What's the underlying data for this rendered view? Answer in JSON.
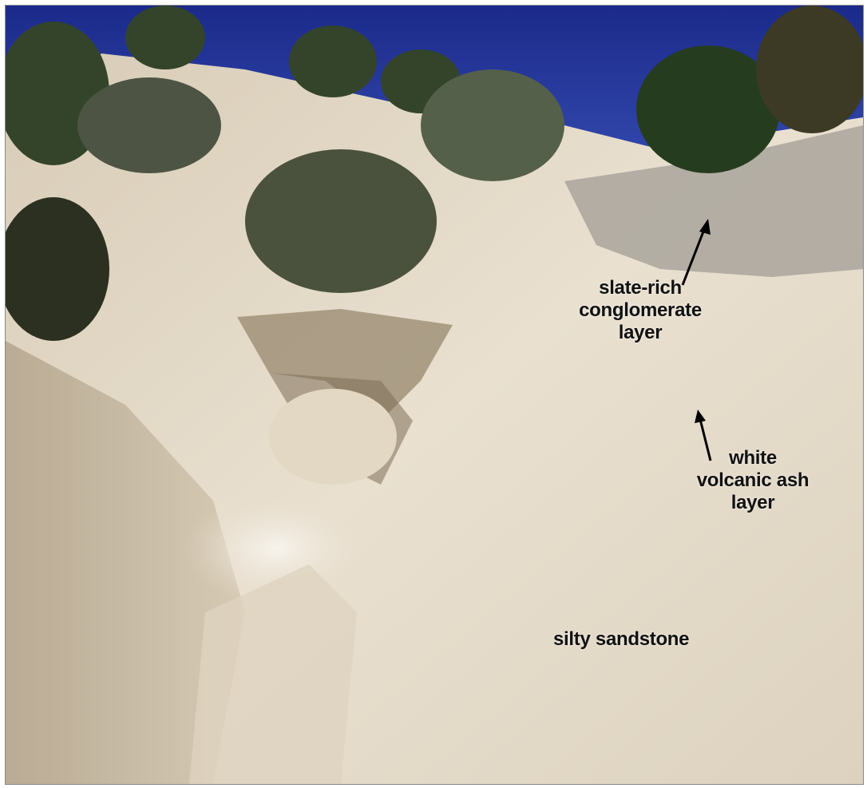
{
  "annotations": {
    "conglomerate": [
      "slate-rich",
      "conglomerate",
      "layer"
    ],
    "ash": [
      "white",
      "volcanic ash",
      "layer"
    ],
    "sandstone": "silty sandstone"
  },
  "colors": {
    "sky": "#1e2c8c",
    "rock_light": "#e8dfcf",
    "rock_shadow": "#b3a58e",
    "vegetation": "#3a4a28",
    "text": "#111111"
  }
}
